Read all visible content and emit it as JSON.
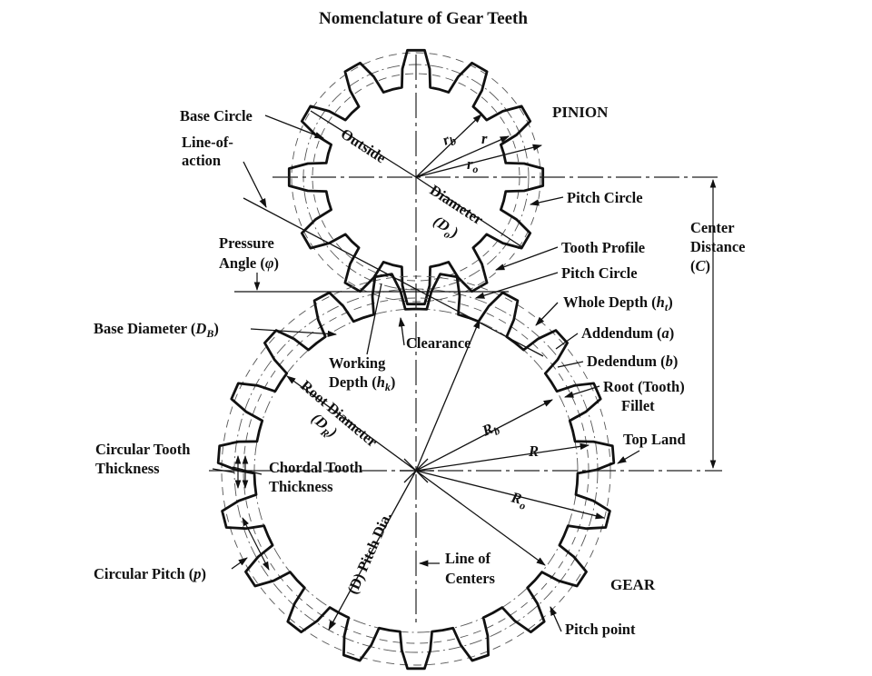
{
  "title": "Nomenclature of Gear Teeth",
  "pinion": {
    "heading": "PINION",
    "teeth": 12,
    "labels": {
      "outside": "Outside",
      "diameter": "Diameter",
      "do": "(D",
      "do_sub": "o",
      "do_close": ")",
      "rb": "r",
      "rb_sub": "b",
      "r": "r",
      "ro": "r",
      "ro_sub": "o"
    }
  },
  "gear": {
    "heading": "GEAR",
    "teeth": 19,
    "labels": {
      "root_diameter": "Root Diameter",
      "dr": "(D",
      "dr_sub": "R",
      "dr_close": ")",
      "pitch_dia": "(D) Pitch Dia.",
      "Rb": "R",
      "Rb_sub": "b",
      "R": "R",
      "Ro": "R",
      "Ro_sub": "o"
    }
  },
  "callouts": {
    "base_circle": "Base Circle",
    "line_of_action_1": "Line-of-",
    "line_of_action_2": "action",
    "pressure_angle_1": "Pressure",
    "pressure_angle_2": "Angle (",
    "pressure_angle_sym": "φ",
    "pressure_angle_3": ")",
    "pitch_circle_pinion": "Pitch Circle",
    "center_distance_1": "Center",
    "center_distance_2": "Distance",
    "center_distance_3a": "(",
    "center_distance_sym": "C",
    "center_distance_3b": ")",
    "tooth_profile": "Tooth Profile",
    "pitch_circle_gear": "Pitch Circle",
    "whole_depth": "Whole Depth (",
    "whole_depth_sym": "h",
    "whole_depth_sub": "t",
    "whole_depth_close": ")",
    "addendum": "Addendum (",
    "addendum_sym": "a",
    "addendum_close": ")",
    "dedendum": "Dedendum (",
    "dedendum_sym": "b",
    "dedendum_close": ")",
    "root_fillet_1": "Root (Tooth)",
    "root_fillet_2": "Fillet",
    "top_land": "Top Land",
    "base_diameter": "Base Diameter (",
    "base_diameter_sym": "D",
    "base_diameter_sub": "B",
    "base_diameter_close": ")",
    "clearance": "Clearance",
    "working_depth_1": "Working",
    "working_depth_2": "Depth (",
    "working_depth_sym": "h",
    "working_depth_sub": "k",
    "working_depth_close": ")",
    "circular_tooth_thickness_1": "Circular Tooth",
    "circular_tooth_thickness_2": "Thickness",
    "chordal_tooth_thickness_1": "Chordal Tooth",
    "chordal_tooth_thickness_2": "Thickness",
    "circular_pitch": "Circular Pitch (",
    "circular_pitch_sym": "p",
    "circular_pitch_close": ")",
    "line_of_centers_1": "Line of",
    "line_of_centers_2": "Centers",
    "pitch_point": "Pitch point"
  }
}
